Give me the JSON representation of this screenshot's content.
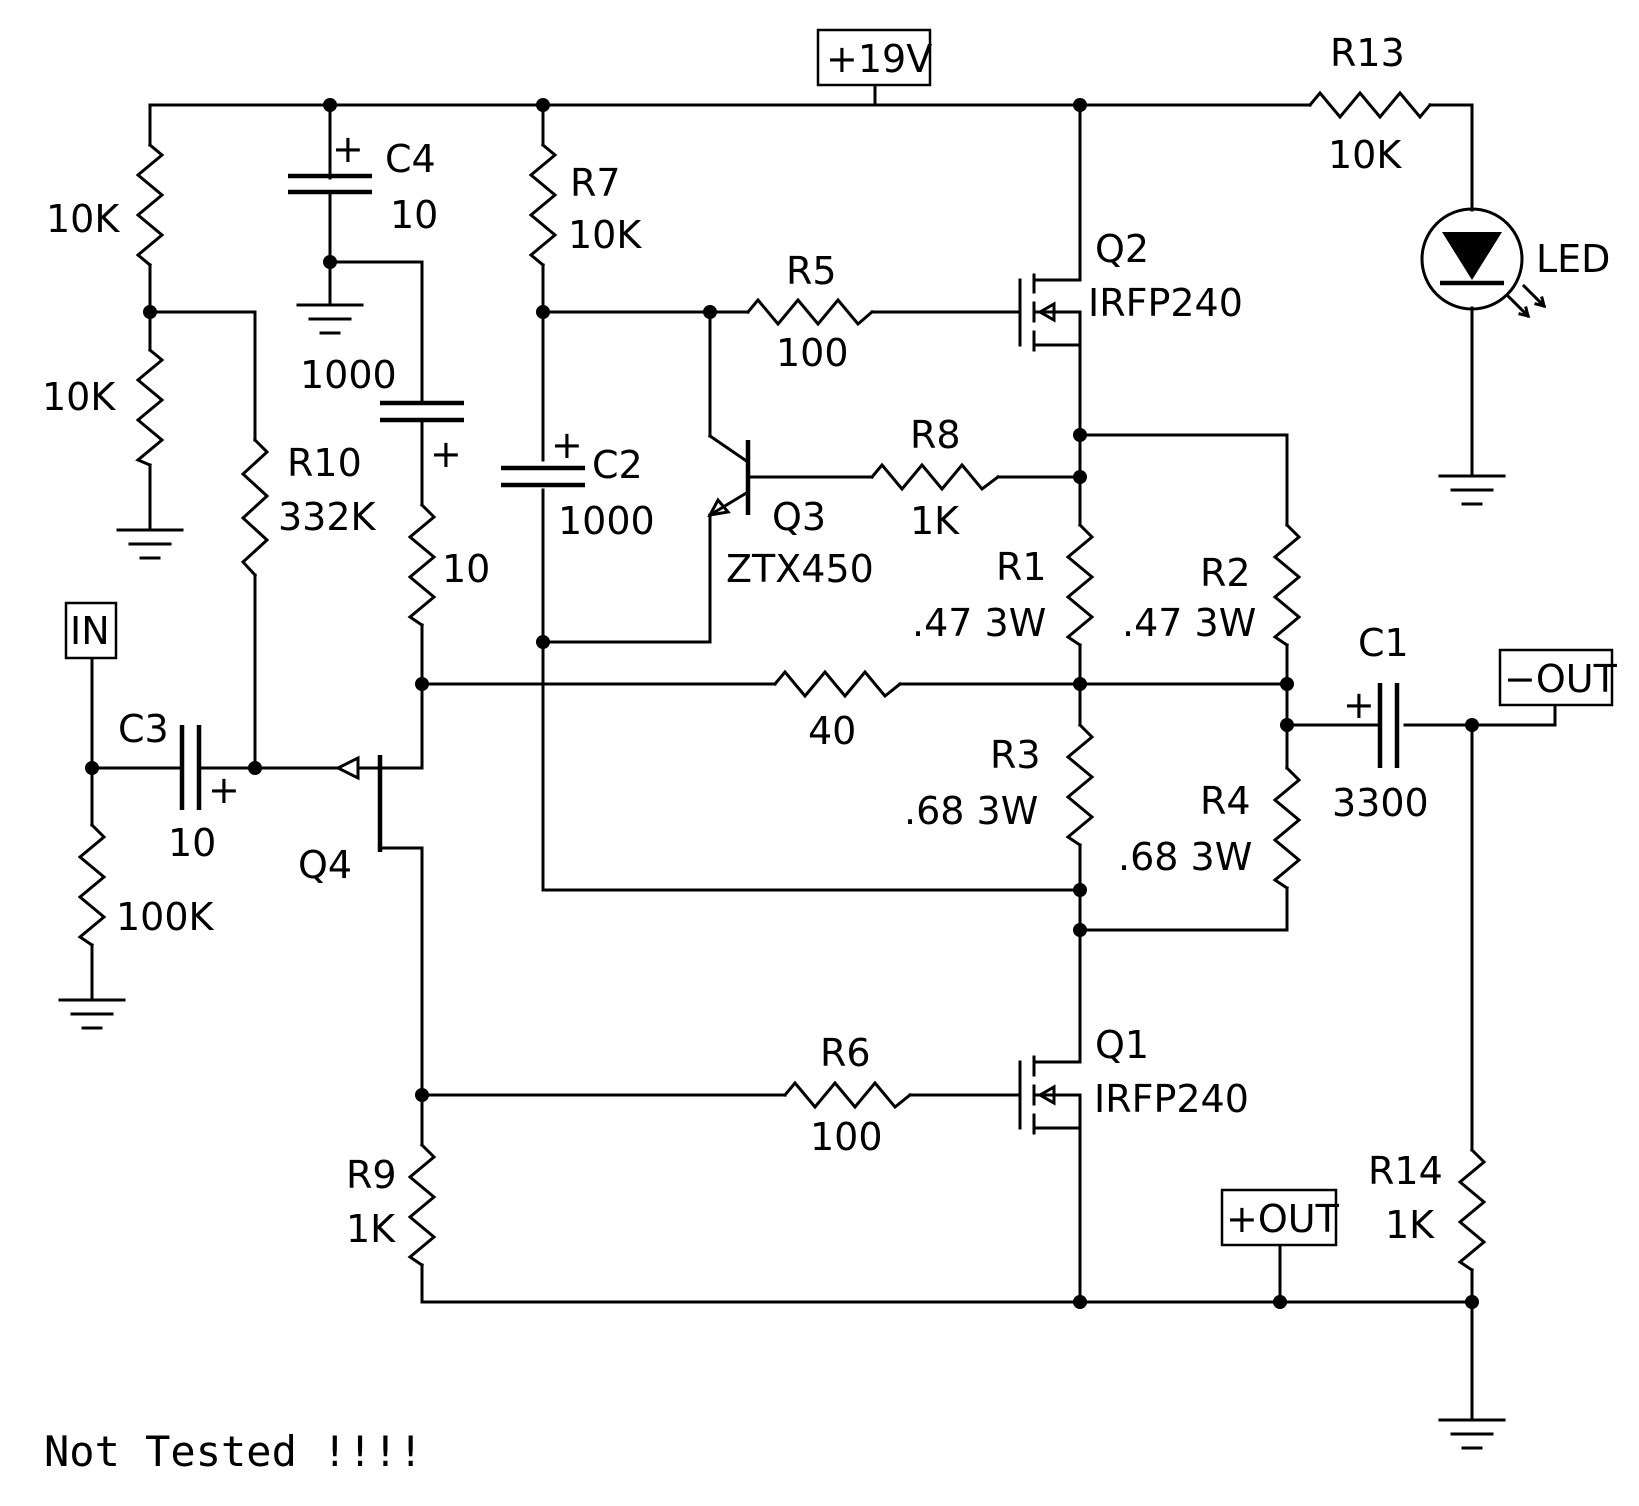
{
  "supply_label": "+19V",
  "input_label": "IN",
  "output_minus_label": "−OUT",
  "output_plus_label": "+OUT",
  "note": "Not Tested !!!!",
  "note_color": "#e8242a",
  "components": {
    "r_top_left": {
      "value": "10K"
    },
    "r_bottom_left": {
      "value": "10K"
    },
    "c4": {
      "ref": "C4",
      "value": "10"
    },
    "c_1000_left": {
      "value": "1000"
    },
    "r10": {
      "ref": "R10",
      "value": "332K"
    },
    "r_10": {
      "value": "10"
    },
    "r7": {
      "ref": "R7",
      "value": "10K"
    },
    "c2": {
      "ref": "C2",
      "value": "1000"
    },
    "r5": {
      "ref": "R5",
      "value": "100"
    },
    "q2": {
      "ref": "Q2",
      "part": "IRFP240"
    },
    "r13": {
      "ref": "R13",
      "value": "10K"
    },
    "led": {
      "ref": "LED"
    },
    "q3": {
      "ref": "Q3",
      "part": "ZTX450"
    },
    "r8": {
      "ref": "R8",
      "value": "1K"
    },
    "r1": {
      "ref": "R1",
      "value": ".47 3W"
    },
    "r2": {
      "ref": "R2",
      "value": ".47 3W"
    },
    "r_40": {
      "value": "40"
    },
    "c1": {
      "ref": "C1",
      "value": "3300"
    },
    "c3": {
      "ref": "C3",
      "value": "10"
    },
    "r_in": {
      "value": "100K"
    },
    "q4": {
      "ref": "Q4"
    },
    "r3": {
      "ref": "R3",
      "value": ".68 3W"
    },
    "r4": {
      "ref": "R4",
      "value": ".68 3W"
    },
    "r6": {
      "ref": "R6",
      "value": "100"
    },
    "q1": {
      "ref": "Q1",
      "part": "IRFP240"
    },
    "r9": {
      "ref": "R9",
      "value": "1K"
    },
    "r14": {
      "ref": "R14",
      "value": "1K"
    }
  }
}
